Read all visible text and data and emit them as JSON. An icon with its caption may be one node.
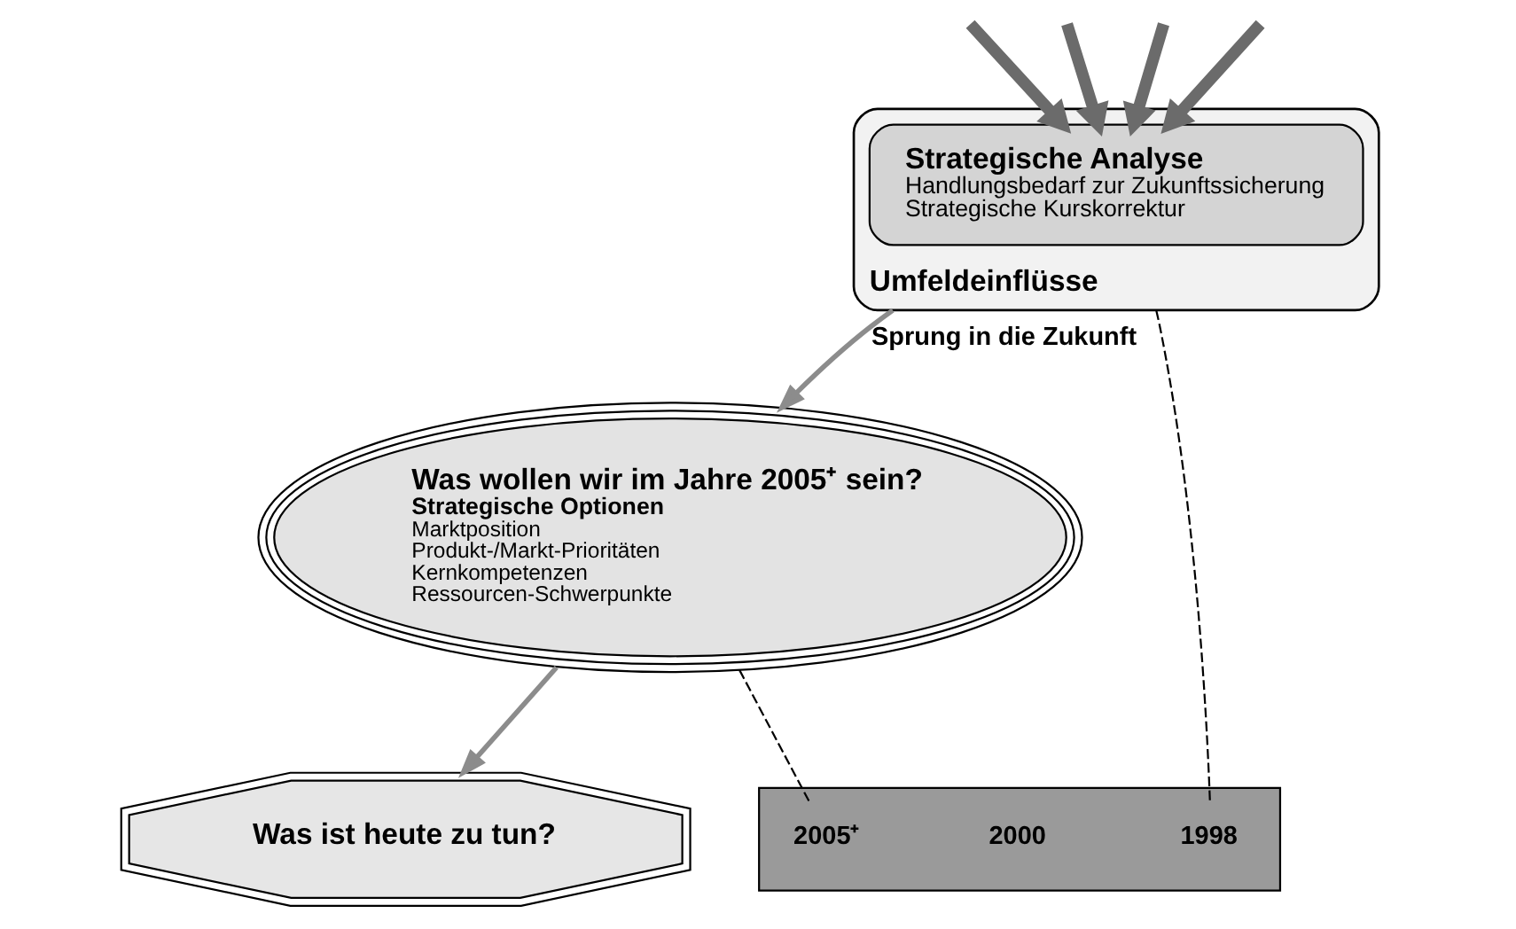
{
  "diagram": {
    "nodes": [
      {
        "text": [
          "Umfeldeinflüsse"
        ]
      },
      {
        "text": [
          "Strategische Analyse",
          "Handlungsbedarf zur Zukunftssicherung",
          "Strategische Kurskorrektur"
        ],
        "in": 0
      },
      {
        "text": [
          "Was ist heute zu tun?"
        ]
      },
      {
        "text": [
          "Was wollen wir im Jahre 2005⁺ sein?",
          "Strategische Optionen",
          "Marktposition",
          "Produkt-/Markt-Prioritäten",
          "Kernkompetenzen",
          "Ressourcen-Schwerpunkte"
        ]
      },
      {
        "text": [],
        "shape": "bar"
      },
      {
        "text": [
          "1998"
        ],
        "in": 4
      },
      {
        "text": [
          "2000"
        ],
        "in": 4
      },
      {
        "text": [
          "2005⁺"
        ],
        "in": 4
      }
    ],
    "edges": [
      {
        "from": 0,
        "to": 3,
        "arrow": "to",
        "label": "Sprung in die Zukunft",
        "color": "#8c8c8c"
      },
      {
        "from": 3,
        "to": 2,
        "arrow": "to",
        "color": "#8c8c8c"
      },
      {
        "from": null,
        "to": 1,
        "arrow": "to",
        "style": "thick"
      },
      {
        "from": null,
        "to": 1,
        "arrow": "to",
        "style": "thick"
      },
      {
        "from": null,
        "to": 1,
        "arrow": "to",
        "style": "thick"
      },
      {
        "from": null,
        "to": 1,
        "arrow": "to",
        "style": "thick"
      },
      {
        "from": 0,
        "to": 5,
        "arrow": "none",
        "style": "dashed",
        "color": "#000000"
      },
      {
        "from": 3,
        "to": 7,
        "arrow": "none",
        "style": "dashed",
        "color": "#000000"
      }
    ]
  }
}
